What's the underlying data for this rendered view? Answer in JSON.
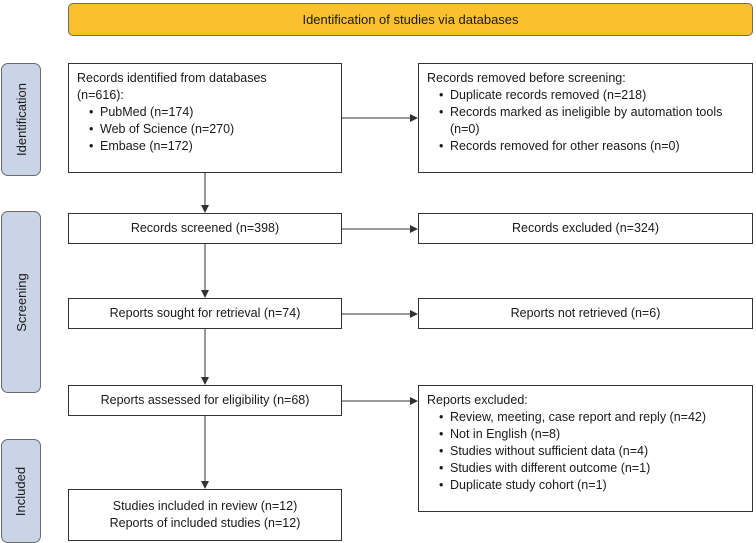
{
  "header": {
    "title": "Identification of studies via databases"
  },
  "stages": {
    "identification": "Identification",
    "screening": "Screening",
    "included": "Included"
  },
  "identified": {
    "title": "Records identified from databases",
    "total": "(n=616):",
    "items": [
      "PubMed (n=174)",
      "Web of Science (n=270)",
      "Embase (n=172)"
    ]
  },
  "removed": {
    "title": "Records removed before screening:",
    "items": [
      "Duplicate records removed (n=218)",
      "Records marked as ineligible by automation tools (n=0)",
      "Records removed for other reasons (n=0)"
    ]
  },
  "screened": {
    "label": "Records screened (n=398)"
  },
  "excluded": {
    "label": "Records excluded (n=324)"
  },
  "sought": {
    "label": "Reports sought for retrieval (n=74)"
  },
  "not_retrieved": {
    "label": "Reports not retrieved (n=6)"
  },
  "assessed": {
    "label": "Reports assessed for eligibility (n=68)"
  },
  "reports_excluded": {
    "title": "Reports excluded:",
    "items": [
      "Review, meeting, case report and reply (n=42)",
      "Not in English (n=8)",
      "Studies without sufficient data (n=4)",
      "Studies with different outcome (n=1)",
      "Duplicate study cohort (n=1)"
    ]
  },
  "included_box": {
    "line1": "Studies included in review (n=12)",
    "line2": "Reports of included studies (n=12)"
  },
  "colors": {
    "header_fill": "#fbc02d",
    "stage_fill": "#c9d4e7",
    "border": "#333333"
  }
}
